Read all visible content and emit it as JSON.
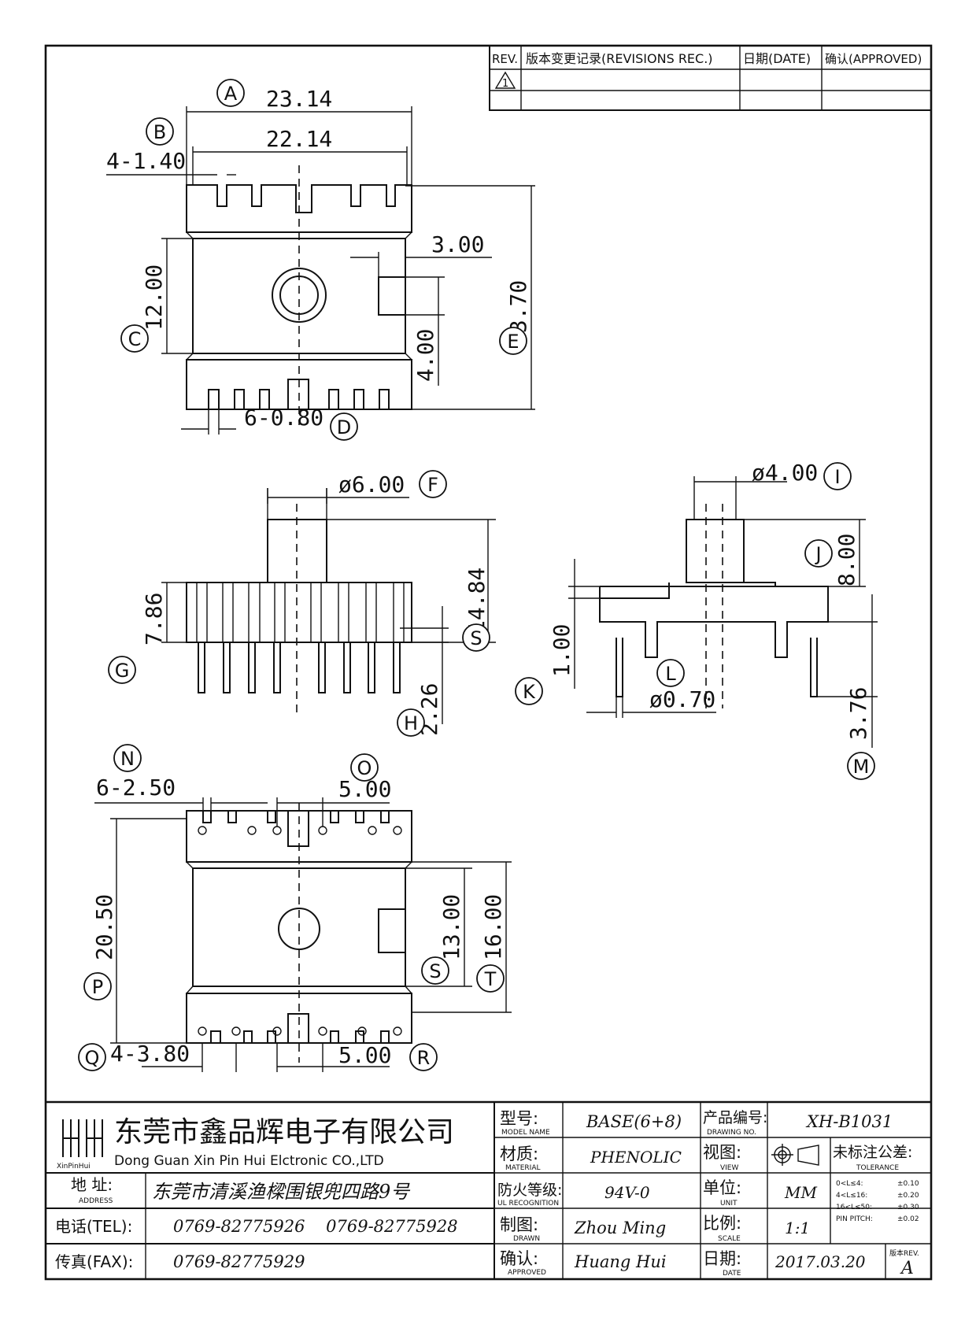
{
  "revisions": {
    "rev_header": "REV.",
    "record_header": "版本变更记录(REVISIONS REC.)",
    "date_header": "日期(DATE)",
    "approved_header": "确认(APPROVED)",
    "rev_symbol": "1"
  },
  "dimensions": {
    "A_value": "23.14",
    "B_value": "22.14",
    "B_pins": "4-1.40",
    "notch_width": "3.00",
    "C_value": "12.00",
    "notch_height": "4.00",
    "E_value": "23.70",
    "D_pins": "6-0.80",
    "F_value": "ø6.00",
    "height_total": "14.84",
    "G_value": "7.86",
    "H_value": "2.26",
    "I_value": "ø4.00",
    "J_value": "8.00",
    "K_value": "1.00",
    "L_value": "ø0.70",
    "M_value": "3.76",
    "N_pins": "6-2.50",
    "O_value": "5.00",
    "P_value": "20.50",
    "S_value": "13.00",
    "T_value": "16.00",
    "Q_pins": "4-3.80",
    "R_value": "5.00"
  },
  "balloons": [
    "A",
    "B",
    "C",
    "D",
    "E",
    "F",
    "G",
    "H",
    "I",
    "J",
    "K",
    "L",
    "M",
    "N",
    "O",
    "P",
    "Q",
    "R",
    "S",
    "T"
  ],
  "title_block": {
    "company_cn": "东莞市鑫品辉电子有限公司",
    "company_en": "Dong Guan Xin Pin Hui Elctronic CO.,LTD",
    "logo_text": "XinPinHui",
    "address_label": "地 址:",
    "address_label_en": "ADDRESS",
    "address_value": "东莞市清溪渔樑围银兜四路9号",
    "tel_label": "电话(TEL):",
    "tel_values": "0769-82775926    0769-82775928",
    "fax_label": "传真(FAX):",
    "fax_value": "0769-82775929",
    "model_label": "型号:",
    "model_label_en": "MODEL NAME",
    "model_value": "BASE(6+8)",
    "material_label": "材质:",
    "material_label_en": "MATERIAL",
    "material_value": "PHENOLIC",
    "ul_label": "防火等级:",
    "ul_label_en": "UL RECOGNITION",
    "ul_value": "94V-0",
    "drawn_label": "制图:",
    "drawn_label_en": "DRAWN",
    "drawn_value": "Zhou Ming",
    "approved_label": "确认:",
    "approved_label_en": "APPROVED",
    "approved_value": "Huang Hui",
    "drawing_no_label": "产品编号:",
    "drawing_no_label_en": "DRAWING NO.",
    "drawing_no_value": "XH-B1031",
    "view_label": "视图:",
    "view_label_en": "VIEW",
    "unit_label": "单位:",
    "unit_label_en": "UNIT",
    "unit_value": "MM",
    "scale_label": "比例:",
    "scale_label_en": "SCALE",
    "scale_value": "1:1",
    "date_label": "日期:",
    "date_label_en": "DATE",
    "date_value": "2017.03.20",
    "tolerance_label": "未标注公差:",
    "tolerance_label_en": "TOLERANCE",
    "tol_rows": [
      {
        "range": "0<L≤4:",
        "value": "±0.10"
      },
      {
        "range": "4<L≤16:",
        "value": "±0.20"
      },
      {
        "range": "16<L≤50:",
        "value": "±0.30"
      },
      {
        "range": "PIN PITCH:",
        "value": "±0.02"
      }
    ],
    "rev_label": "版本REV.",
    "rev_value": "A"
  }
}
